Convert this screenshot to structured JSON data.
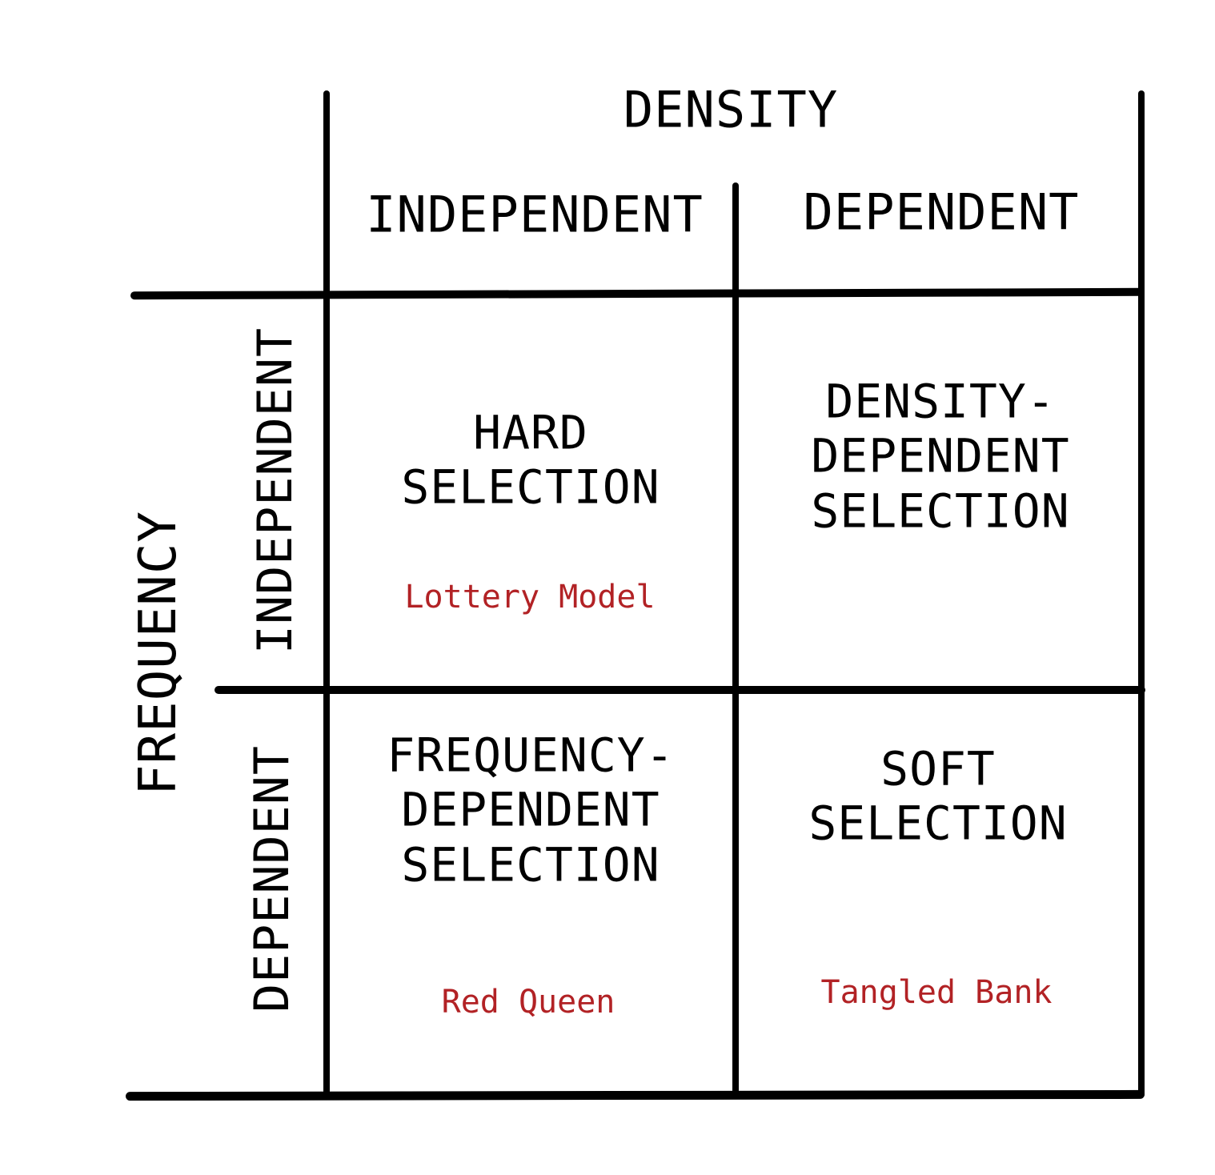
{
  "diagram": {
    "columns_axis": {
      "title": "DENSITY",
      "labels": [
        "INDEPENDENT",
        "DEPENDENT"
      ]
    },
    "rows_axis": {
      "title": "FREQUENCY",
      "labels": [
        "INDEPENDENT",
        "DEPENDENT"
      ]
    },
    "cells": [
      {
        "title_lines": [
          "HARD",
          "SELECTION"
        ],
        "annotation": "Lottery Model"
      },
      {
        "title_lines": [
          "DENSITY-",
          "DEPENDENT",
          "SELECTION"
        ]
      },
      {
        "title_lines": [
          "FREQUENCY-",
          "DEPENDENT",
          "SELECTION"
        ],
        "annotation": "Red Queen"
      },
      {
        "title_lines": [
          "SOFT",
          "SELECTION"
        ],
        "annotation": "Tangled Bank"
      }
    ],
    "colors": {
      "line_black": "#000000",
      "annotation_red": "#b22225",
      "background": "#ffffff"
    }
  }
}
